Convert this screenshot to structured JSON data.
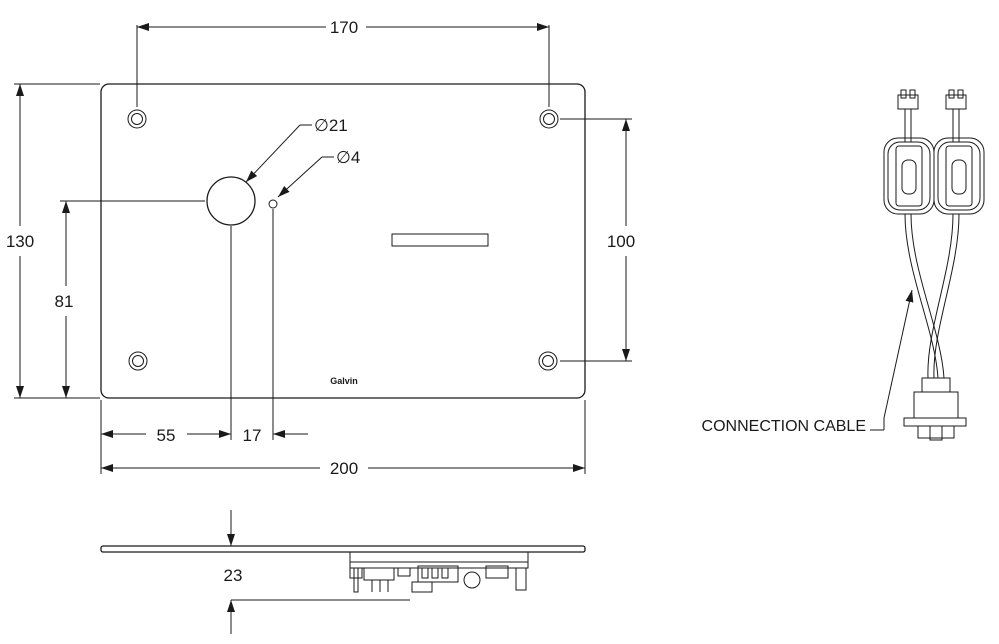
{
  "dimensions": {
    "hole_spacing_width": "170",
    "plate_height": "130",
    "hole_spacing_height": "100",
    "center_height": "81",
    "large_hole_diameter": "21",
    "small_hole_diameter": "4",
    "left_offset": "55",
    "hole_gap": "17",
    "plate_width": "200",
    "depth": "23"
  },
  "symbols": {
    "diameter": "∅"
  },
  "labels": {
    "brand": "Galvin",
    "connection_cable": "CONNECTION CABLE"
  }
}
